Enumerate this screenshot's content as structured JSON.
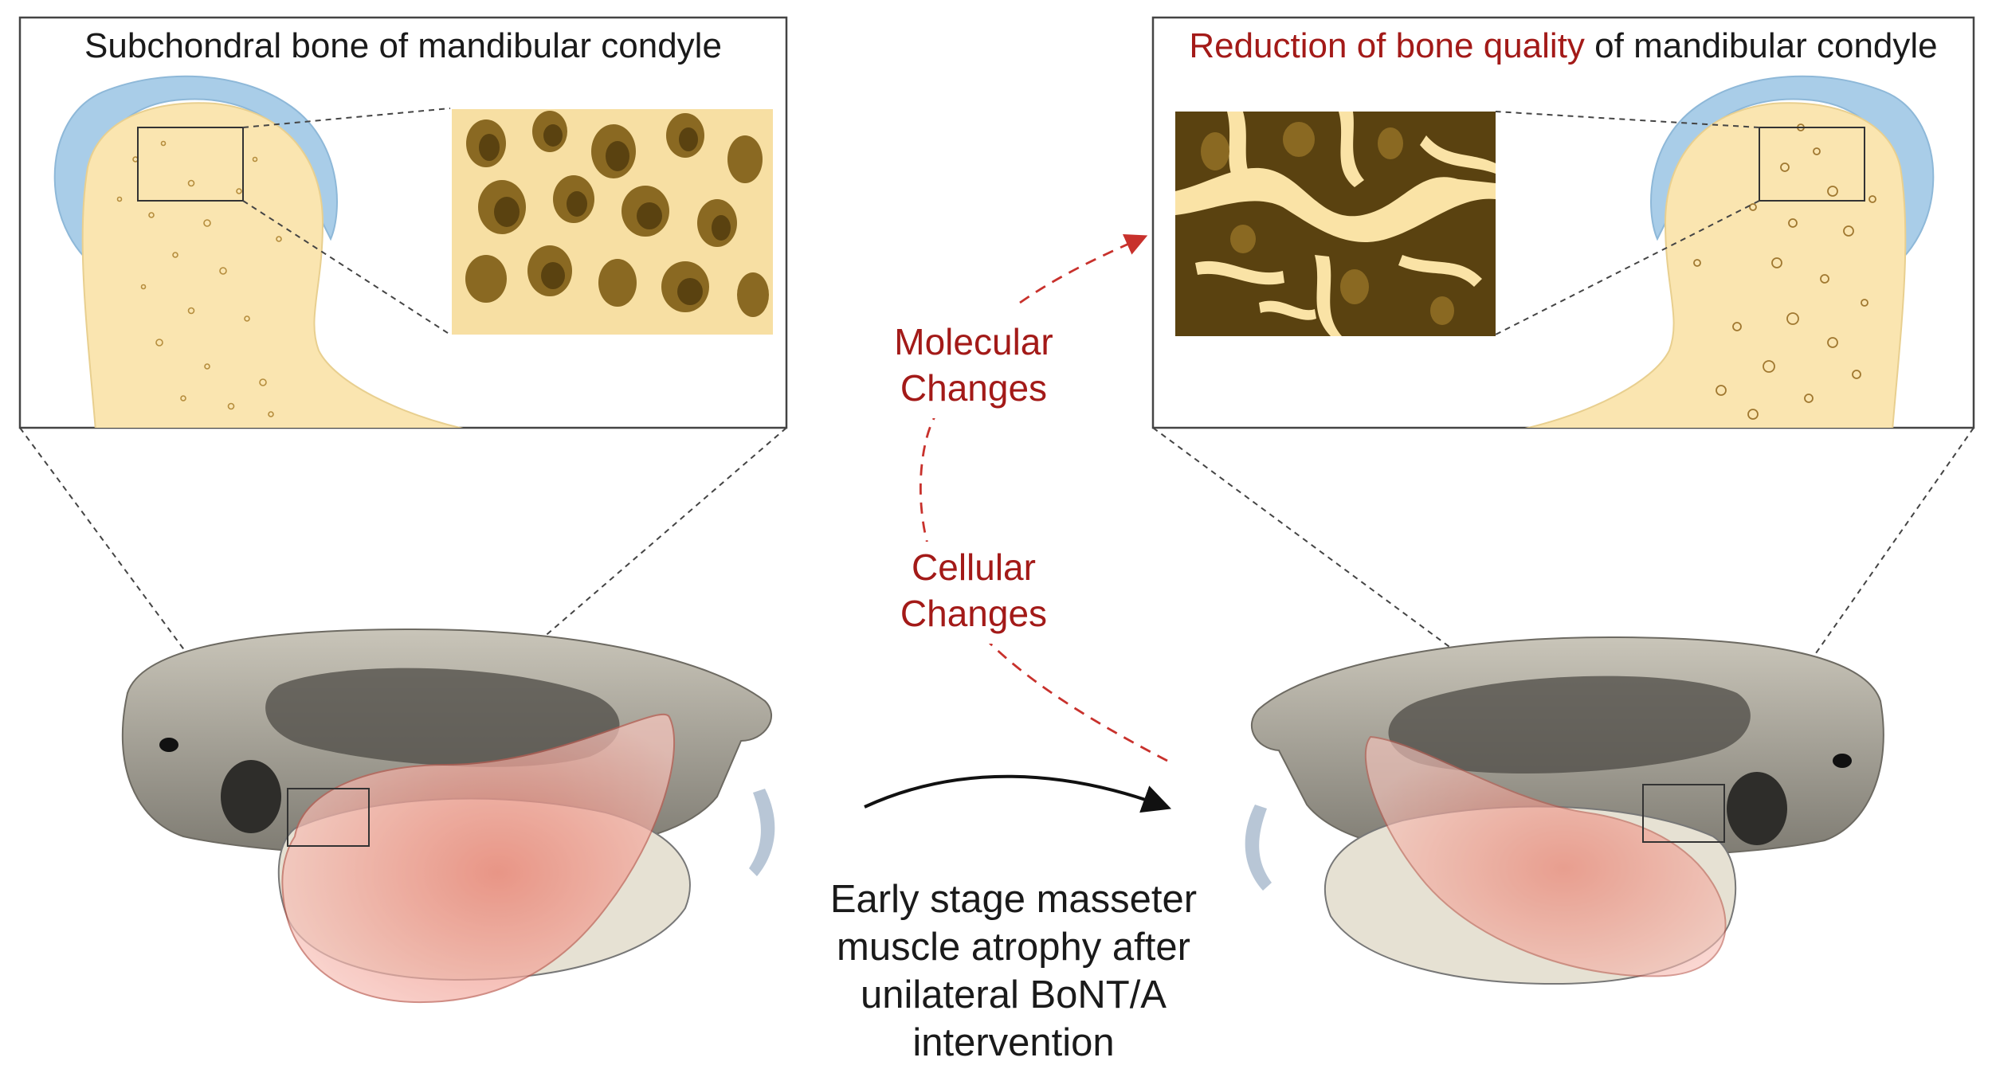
{
  "left_panel": {
    "title": "Subchondral bone of mandibular condyle"
  },
  "right_panel": {
    "title_highlight": "Reduction of bone quality",
    "title_rest": " of mandibular condyle"
  },
  "middle": {
    "molecular_line1": "Molecular",
    "molecular_line2": "Changes",
    "cellular_line1": "Cellular",
    "cellular_line2": "Changes"
  },
  "caption": {
    "line1": "Early stage masseter",
    "line2": "muscle atrophy after",
    "line3": "unilateral BoNT/A",
    "line4": "intervention"
  },
  "colors": {
    "cartilage": "#a9cde8",
    "bone_light": "#fae5b0",
    "bone_dark": "#5a4210",
    "highlight_red": "#a31a18",
    "muscle": "#f29a8e",
    "skull": "#9a978c"
  }
}
